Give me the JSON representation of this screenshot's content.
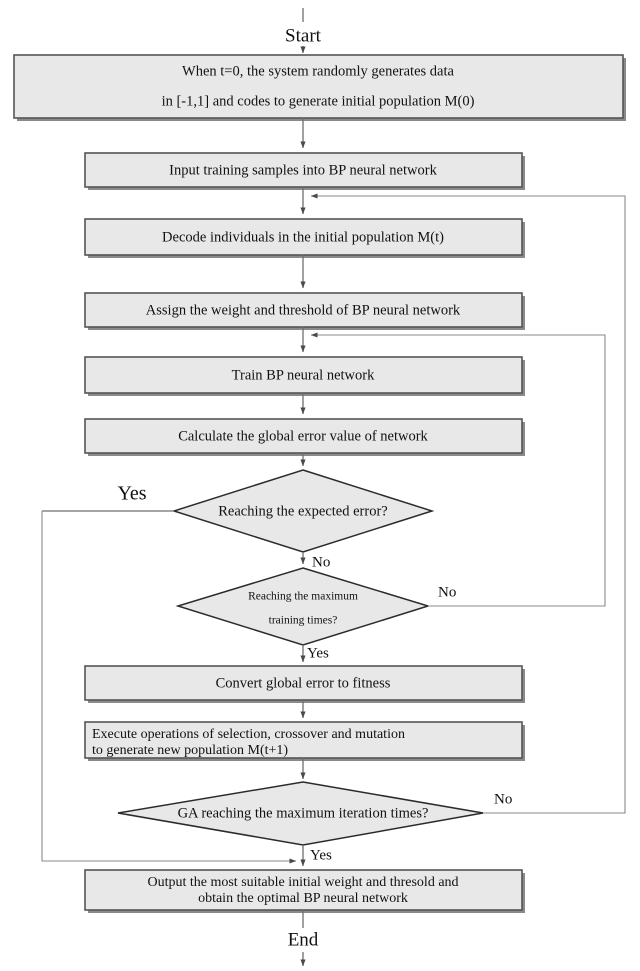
{
  "diagram": {
    "title_terminals": {
      "start": "Start",
      "end": "End"
    },
    "nodes": [
      {
        "id": "init-population",
        "type": "process",
        "lines": [
          "When t=0, the system randomly generates data",
          "in [-1,1] and codes to generate initial population M(0)"
        ]
      },
      {
        "id": "input-training-samples",
        "type": "process",
        "lines": [
          "Input training samples into BP neural network"
        ]
      },
      {
        "id": "decode-individuals",
        "type": "process",
        "lines": [
          "Decode individuals in the initial population M(t)"
        ]
      },
      {
        "id": "assign-weight-threshold",
        "type": "process",
        "lines": [
          "Assign the weight and threshold of BP neural network"
        ]
      },
      {
        "id": "train-bp-network",
        "type": "process",
        "lines": [
          "Train BP neural network"
        ]
      },
      {
        "id": "calculate-global-error",
        "type": "process",
        "lines": [
          "Calculate the global error value of network"
        ]
      },
      {
        "id": "reaching-expected-error",
        "type": "decision",
        "lines": [
          "Reaching the expected error?"
        ]
      },
      {
        "id": "reaching-maximum-training-times",
        "type": "decision",
        "lines": [
          "Reaching the maximum",
          "training times?"
        ]
      },
      {
        "id": "convert-error-to-fitness",
        "type": "process",
        "lines": [
          "Convert global error to fitness"
        ]
      },
      {
        "id": "execute-ga-operations",
        "type": "process",
        "lines": [
          "Execute operations of selection, crossover and mutation",
          "to generate new population M(t+1)"
        ]
      },
      {
        "id": "ga-reaching-maximum-iteration",
        "type": "decision",
        "lines": [
          "GA reaching the maximum iteration times?"
        ]
      },
      {
        "id": "output-optimal-network",
        "type": "process",
        "lines": [
          "Output the most suitable initial weight and thresold and",
          "obtain the optimal BP neural network"
        ]
      }
    ],
    "edge_labels": {
      "expected_error_yes": "Yes",
      "expected_error_no": "No",
      "training_times_no": "No",
      "training_times_yes": "Yes",
      "ga_iteration_no": "No",
      "ga_iteration_yes": "Yes"
    },
    "colors": {
      "node_fill": "#e8e8e8",
      "node_stroke": "#555555",
      "diamond_stroke": "#2b2b2b",
      "line": "#6e6e6e",
      "text": "#111111",
      "background": "#ffffff"
    }
  }
}
